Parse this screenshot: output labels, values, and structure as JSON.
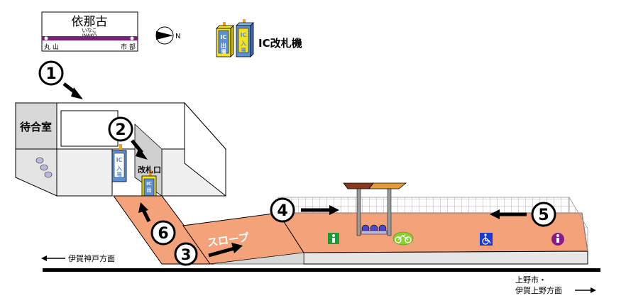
{
  "station_sign": {
    "name": "依那古",
    "kana": "いなこ",
    "romaji": "INAKO",
    "prev_station": "丸 山",
    "next_station": "市 部"
  },
  "compass": {
    "north_label": "N"
  },
  "legend": {
    "gate_exit_text": "IC\n出場",
    "gate_entry_text": "IC\n入場",
    "label": "IC改札機"
  },
  "labels": {
    "waiting_room": "待合室",
    "ticket_gate": "改札口",
    "slope": "スロープ",
    "direction_left": "伊賀神戸方面",
    "direction_right_line1": "上野市・",
    "direction_right_line2": "伊賀上野方面"
  },
  "markers": [
    "①",
    "②",
    "③",
    "④",
    "⑤",
    "⑥"
  ],
  "colors": {
    "sign_purple": "#7a1f78",
    "ramp_orange": "#f4a27a",
    "platform_orange": "#f4a27a",
    "gate_yellow": "#f5e21a",
    "gate_blue": "#5a8fd8",
    "roof_brown": "#8a3a1a",
    "roof_orange": "#e39a3a",
    "toilet_green": "#1f9a3a",
    "accessible_blue": "#1a3ad8",
    "toilet_purple": "#8a1a8a"
  },
  "icons": [
    "toilet-icon",
    "wheelchair-icon",
    "toilet-icon",
    "bicycle-icon",
    "bench-icon"
  ]
}
